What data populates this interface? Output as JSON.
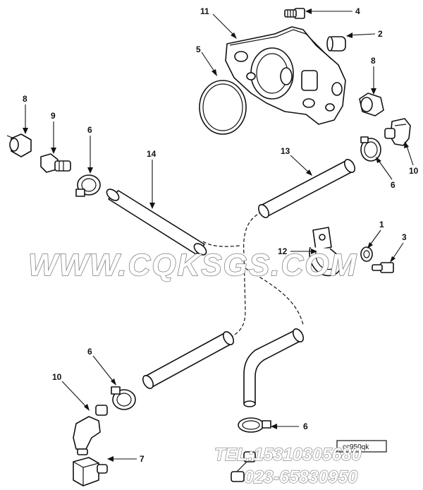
{
  "callouts": {
    "c11": "11",
    "c4": "4",
    "c2": "2",
    "c5": "5",
    "c8_right": "8",
    "c8_left": "8",
    "c9": "9",
    "c6_upper_left": "6",
    "c14": "14",
    "c13": "13",
    "c6_upper_right": "6",
    "c10_right": "10",
    "c1": "1",
    "c3": "3",
    "c12": "12",
    "c6_lower_left": "6",
    "c10_left": "10",
    "c7": "7",
    "c6_bottom": "6"
  },
  "watermark": {
    "text": "WWW.CQKSGS.COM"
  },
  "contact": {
    "tel": "TEL:15310305680",
    "phone2": "023-65830950"
  },
  "figure_code": "cc950qk"
}
